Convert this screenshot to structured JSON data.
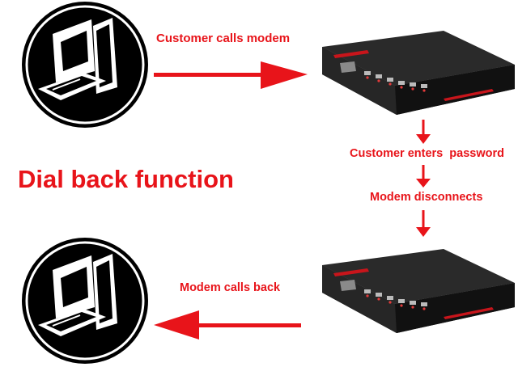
{
  "title": "Dial back function",
  "steps": {
    "customer_calls_modem": "Customer calls modem",
    "customer_enters_password": "Customer enters  password",
    "modem_disconnects": "Modem disconnects",
    "modem_calls_back": "Modem calls back"
  },
  "colors": {
    "accent": "#e8141a",
    "icon": "#000000",
    "modem_body": "#1e1e1e"
  },
  "icons": {
    "computer": "computer-icon",
    "modem": "modem-icon"
  }
}
